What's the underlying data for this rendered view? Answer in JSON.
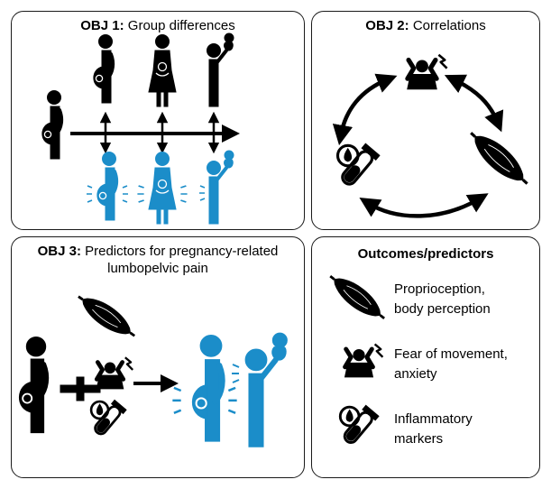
{
  "panels": {
    "obj1": {
      "prefix": "OBJ 1:",
      "text": " Group differences"
    },
    "obj2": {
      "prefix": "OBJ 2:",
      "text": " Correlations"
    },
    "obj3": {
      "prefix": "OBJ 3:",
      "text": " Predictors for pregnancy-related lumbopelvic pain"
    },
    "outcomes": {
      "title": "Outcomes/predictors"
    }
  },
  "legend": [
    {
      "icon": "muscle-icon",
      "line1": "Proprioception,",
      "line2": "body perception"
    },
    {
      "icon": "fear-anxiety-icon",
      "line1": "Fear of movement,",
      "line2": "anxiety"
    },
    {
      "icon": "blood-tube-icon",
      "line1": "Inflammatory",
      "line2": "markers"
    }
  ],
  "colors": {
    "black": "#000000",
    "blue": "#1b8dc9",
    "border": "#1a1a1a"
  }
}
